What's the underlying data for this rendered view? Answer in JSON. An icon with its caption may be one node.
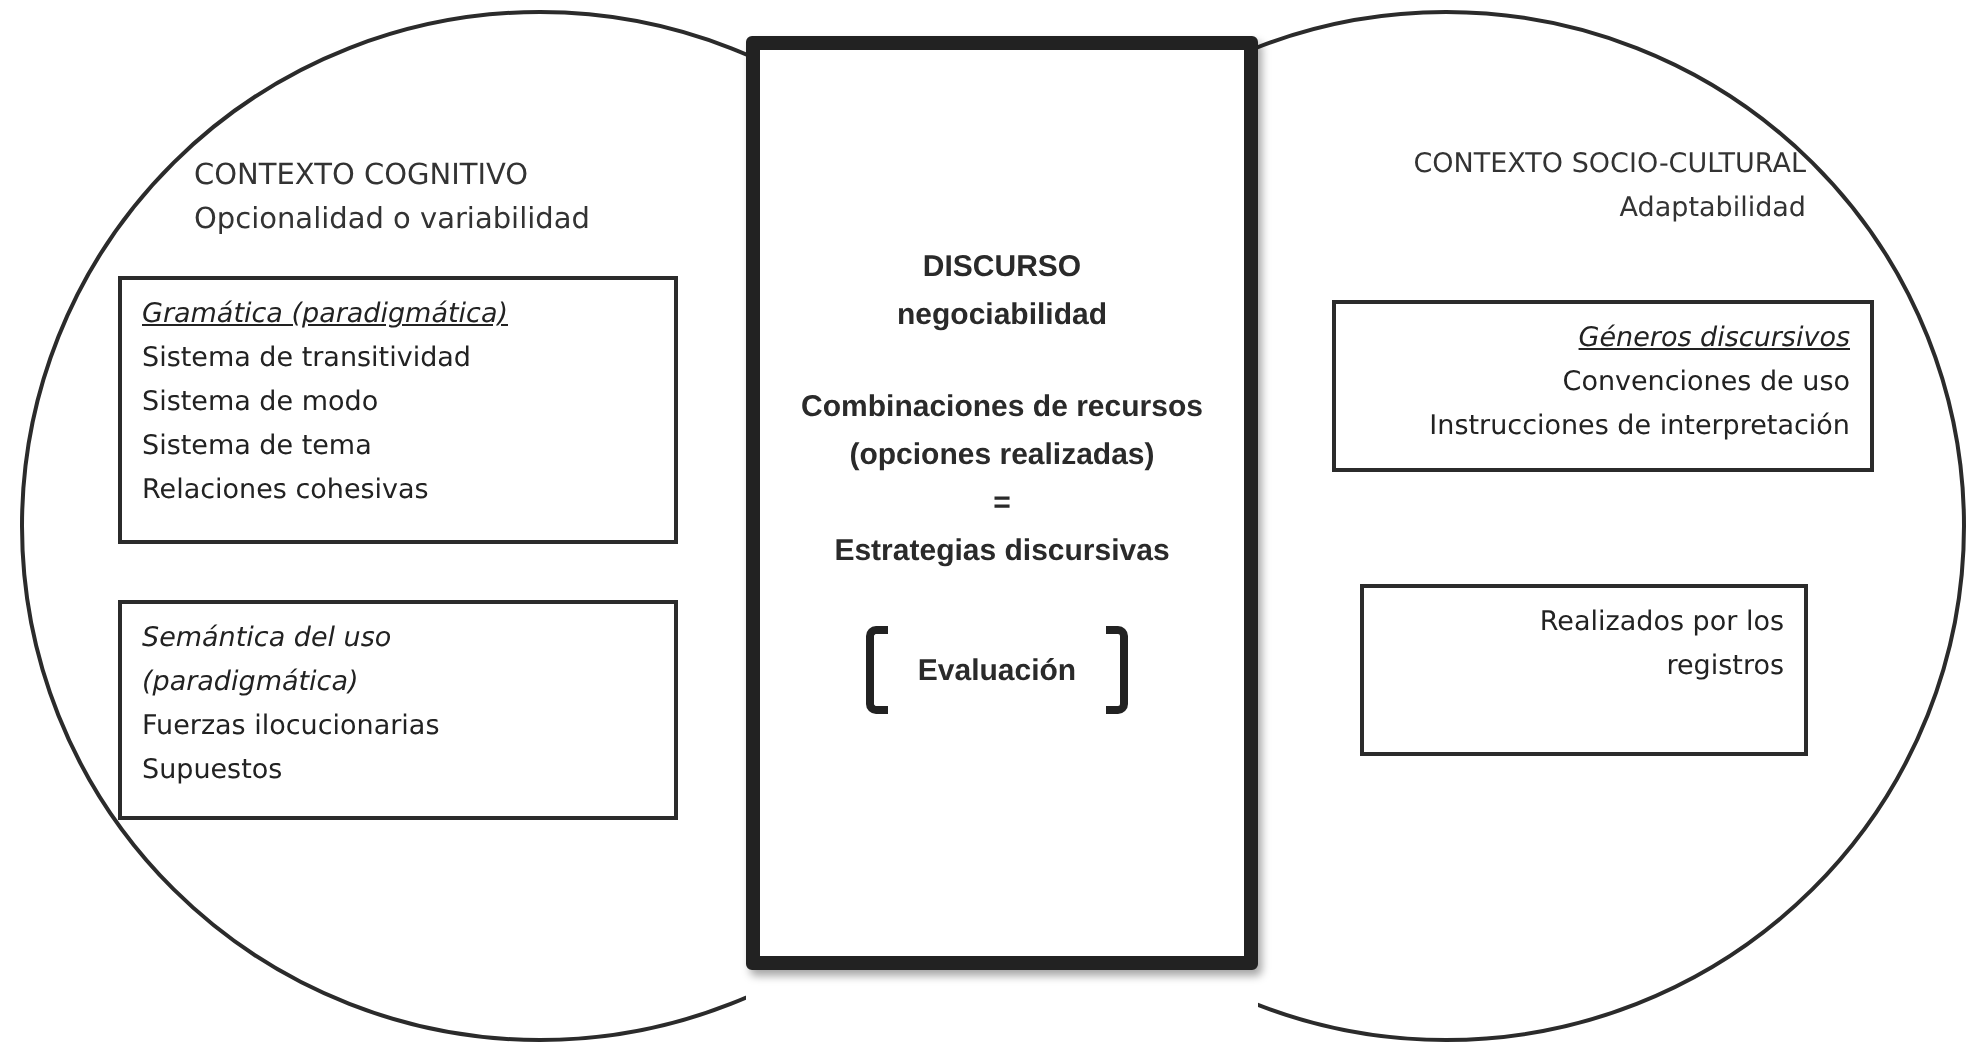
{
  "diagram": {
    "nodes": [
      {
        "text": [
          "CONTEXTO  COGNITIVO",
          "Opcionalidad o variabilidad"
        ]
      },
      {
        "text": [
          "Gramática  (paradigmática)",
          "Sistema de transitividad",
          "Sistema de modo",
          "Sistema de tema",
          "Relaciones cohesivas"
        ],
        "in": 0
      },
      {
        "text": [
          "Semántica del uso (paradigmática)",
          "Fuerzas ilocucionarias",
          "Supuestos"
        ],
        "in": 0
      },
      {
        "text": [
          "DISCURSO",
          "negociabilidad",
          "Combinaciones de recursos (opciones realizadas)",
          "=",
          "Estrategias discursivas"
        ]
      },
      {
        "text": [
          "Evaluación"
        ],
        "in": 3
      },
      {
        "text": [
          "CONTEXTO  SOCIO-CULTURAL",
          "Adaptabilidad"
        ]
      },
      {
        "text": [
          "Géneros discursivos",
          "Convenciones de uso",
          "Instrucciones de interpretación"
        ],
        "in": 5
      },
      {
        "text": [
          "Realizados por los registros"
        ],
        "in": 5
      }
    ]
  }
}
